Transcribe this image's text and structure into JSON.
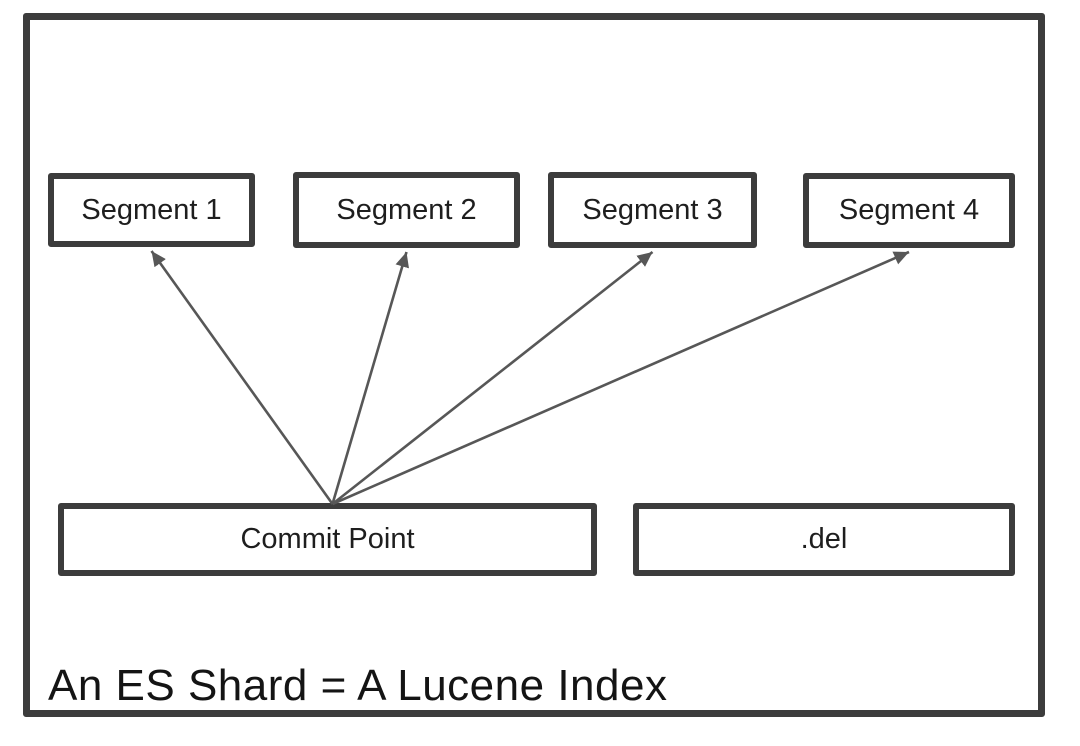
{
  "diagram": {
    "caption": "An ES Shard = A Lucene Index",
    "nodes": [
      {
        "id": "segment-1",
        "label": "Segment 1"
      },
      {
        "id": "segment-2",
        "label": "Segment 2"
      },
      {
        "id": "segment-3",
        "label": "Segment 3"
      },
      {
        "id": "segment-4",
        "label": "Segment 4"
      },
      {
        "id": "commit-point",
        "label": "Commit Point"
      },
      {
        "id": "del-file",
        "label": ".del"
      }
    ],
    "edges": [
      {
        "from": "commit-point",
        "to": "segment-1"
      },
      {
        "from": "commit-point",
        "to": "segment-2"
      },
      {
        "from": "commit-point",
        "to": "segment-3"
      },
      {
        "from": "commit-point",
        "to": "segment-4"
      }
    ],
    "colors": {
      "border": "#3c3c3c",
      "arrow": "#575757",
      "text": "#1e1e1e",
      "background": "#ffffff"
    }
  }
}
